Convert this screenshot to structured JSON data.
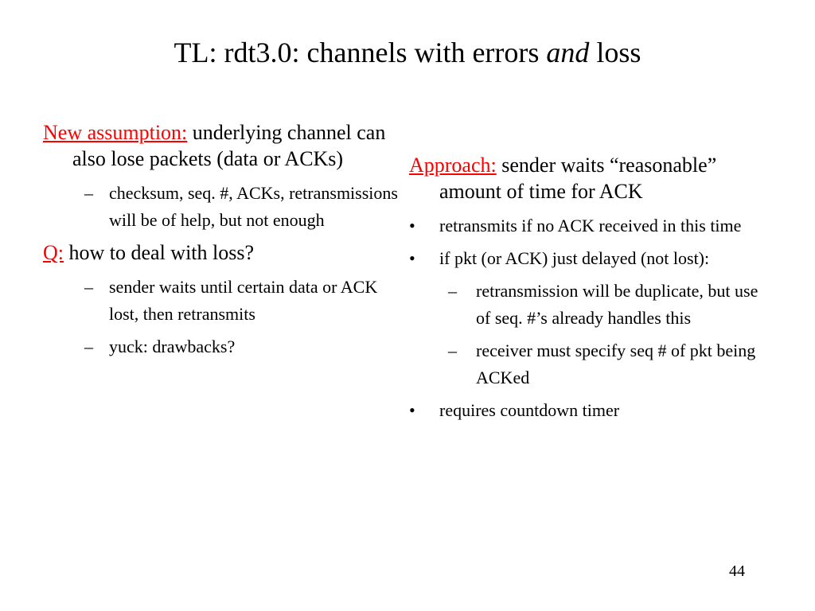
{
  "title": {
    "prefix": "TL: rdt3.0: channels with errors ",
    "emphasis": "and",
    "suffix": " loss"
  },
  "left": {
    "p1": {
      "lead": "New assumption:",
      "text": " underlying channel can also lose packets (data or ACKs)"
    },
    "p1_subs": [
      "checksum, seq. #, ACKs, retransmissions will be of help, but not enough"
    ],
    "p2": {
      "lead": "Q:",
      "text": " how to deal with loss?"
    },
    "p2_subs": [
      "sender waits until certain data or ACK lost, then retransmits",
      "yuck: drawbacks?"
    ]
  },
  "right": {
    "p1": {
      "lead": "Approach:",
      "text": " sender waits “reasonable” amount of time for ACK"
    },
    "bullets": [
      "retransmits if no ACK received in this time",
      "if pkt (or ACK) just delayed (not lost):"
    ],
    "subs": [
      "retransmission will be duplicate, but use of seq. #’s already handles this",
      "receiver must specify seq # of pkt being ACKed"
    ],
    "last_bullet": "requires countdown timer"
  },
  "markers": {
    "dash": "–",
    "bullet": "•"
  },
  "page_number": "44",
  "colors": {
    "accent": "#ff0000",
    "text": "#000000",
    "background": "#ffffff"
  }
}
